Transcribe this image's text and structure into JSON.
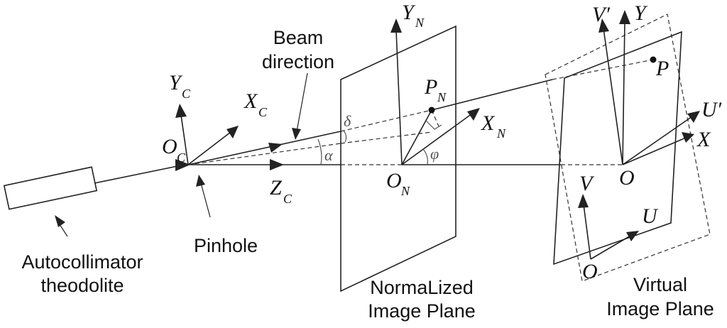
{
  "labels": {
    "autocollimator_line1": "Autocollimator",
    "autocollimator_line2": "theodolite",
    "pinhole": "Pinhole",
    "beam_line1": "Beam",
    "beam_line2": "direction",
    "normalized_line1": "NormaLized",
    "normalized_line2": "Image Plane",
    "virtual_line1": "Virtual",
    "virtual_line2": "Image Plane"
  },
  "symbols": {
    "Yc": "Y",
    "Yc_sub": "C",
    "Xc": "X",
    "Xc_sub": "C",
    "Oc": "O",
    "Oc_sub": "C",
    "Zc": "Z",
    "Zc_sub": "C",
    "YN": "Y",
    "YN_sub": "N",
    "XN": "X",
    "XN_sub": "N",
    "ON": "O",
    "ON_sub": "N",
    "PN": "P",
    "PN_sub": "N",
    "delta": "δ",
    "alpha": "α",
    "phi": "φ",
    "Vprime": "V′",
    "Y": "Y",
    "P": "P",
    "Uprime": "U′",
    "X": "X",
    "O": "O",
    "V": "V",
    "U": "U",
    "O2": "O"
  }
}
